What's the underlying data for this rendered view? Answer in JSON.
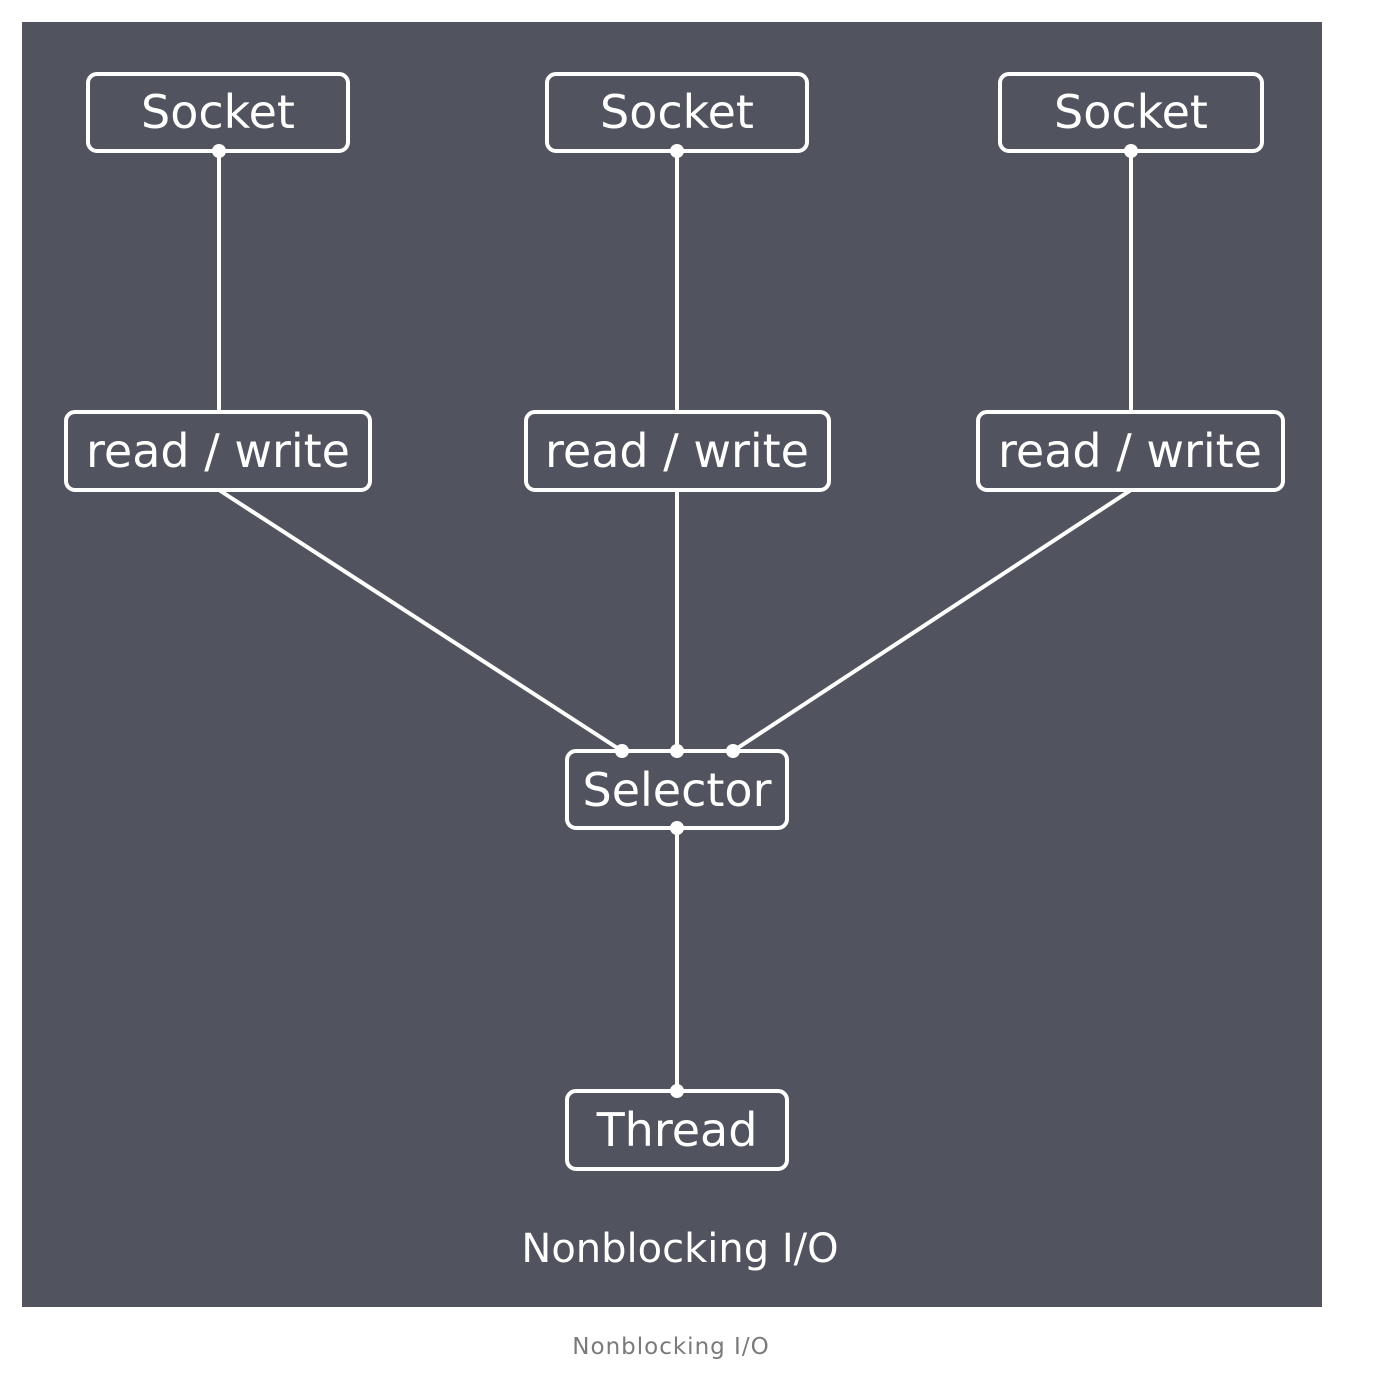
{
  "diagram": {
    "nodes": {
      "socket_1": "Socket",
      "socket_2": "Socket",
      "socket_3": "Socket",
      "rw_1": "read / write",
      "rw_2": "read / write",
      "rw_3": "read / write",
      "selector": "Selector",
      "thread": "Thread"
    },
    "edges": [
      [
        "socket_1",
        "rw_1"
      ],
      [
        "socket_2",
        "rw_2"
      ],
      [
        "socket_3",
        "rw_3"
      ],
      [
        "rw_1",
        "selector"
      ],
      [
        "rw_2",
        "selector"
      ],
      [
        "rw_3",
        "selector"
      ],
      [
        "selector",
        "thread"
      ]
    ],
    "title": "Nonblocking I/O"
  },
  "caption": "Nonblocking I/O",
  "colors": {
    "panel_background": "#51535e",
    "stroke": "#ffffff",
    "caption_text": "#7a7a7a"
  }
}
